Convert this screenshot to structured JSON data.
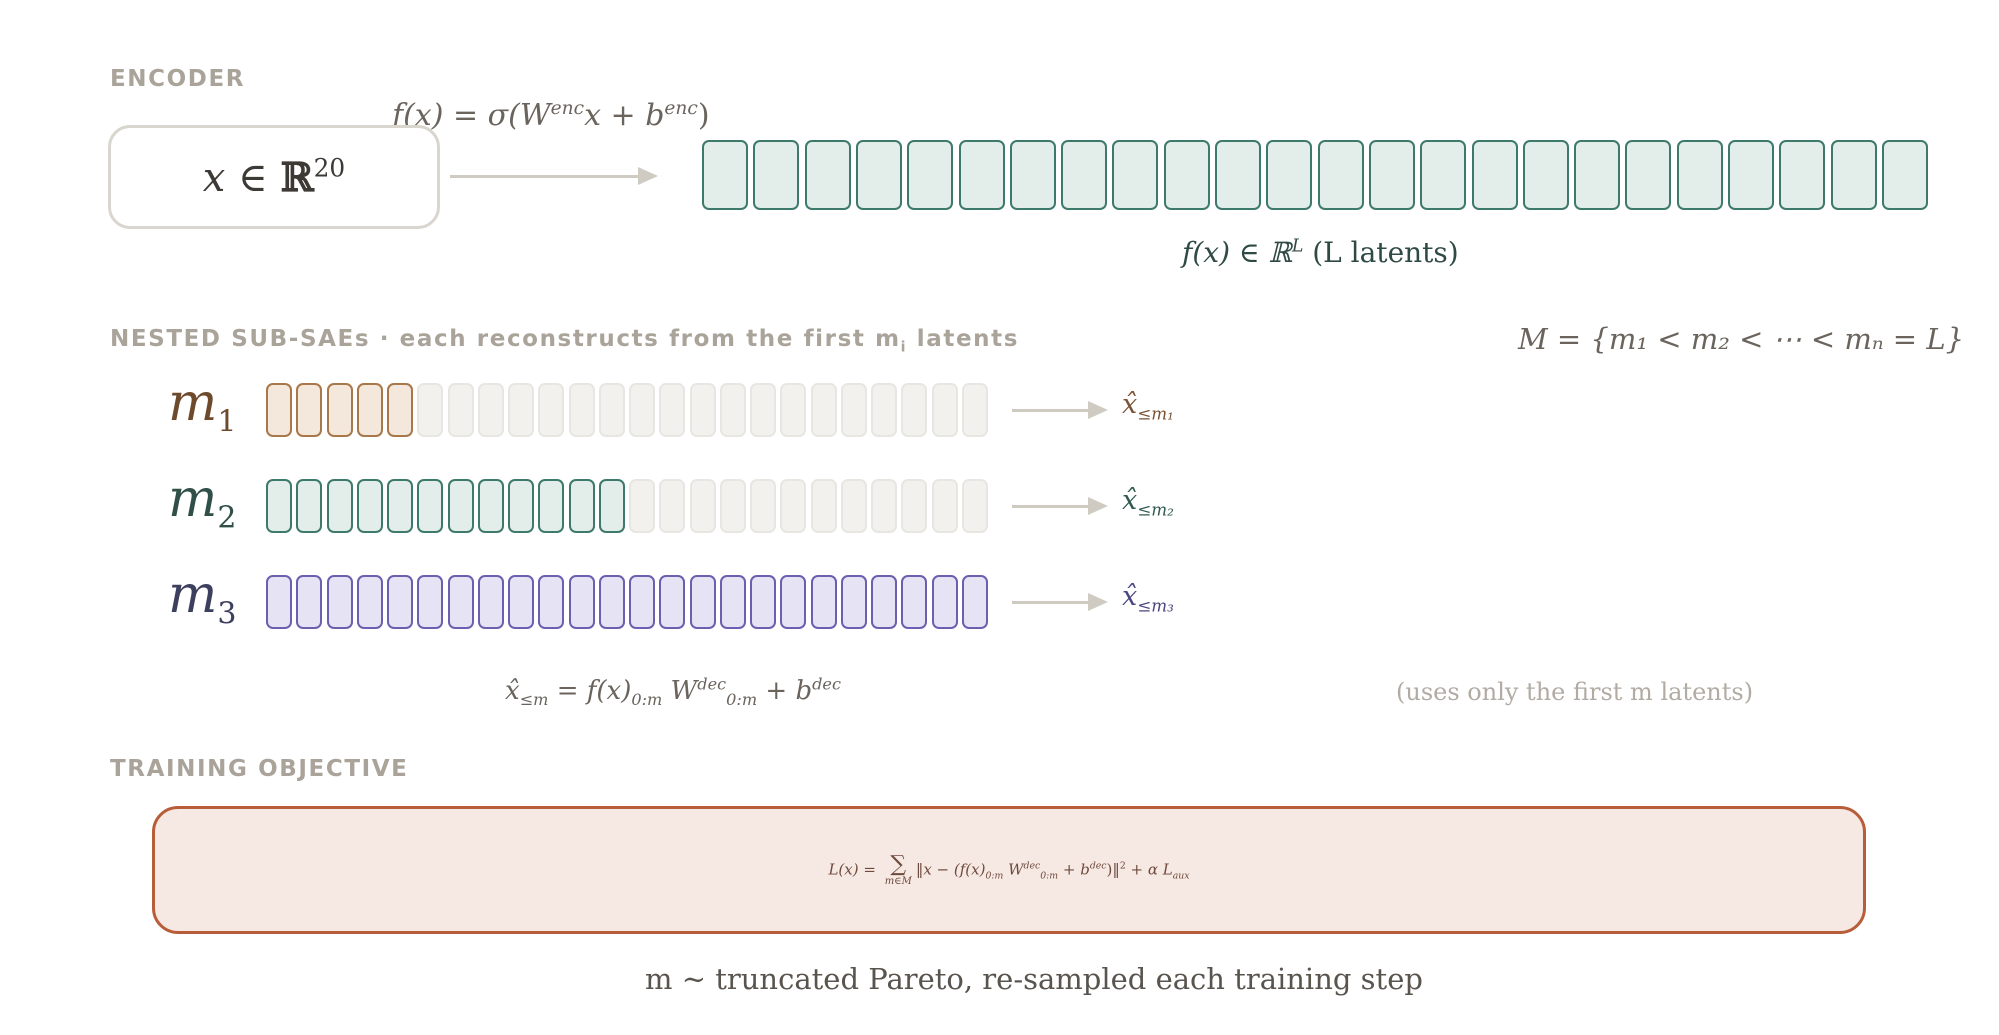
{
  "colors": {
    "section_label": "#aaa39a",
    "encoder_cell_fill": "#e3ede9",
    "encoder_cell_stroke": "#3e7a6c",
    "m1_fill": "#f4e7db",
    "m1_stroke": "#a8774a",
    "m2_fill": "#e3ede9",
    "m2_stroke": "#3e7a6c",
    "m3_fill": "#e6e3f4",
    "m3_stroke": "#6b5fb0",
    "inactive_fill": "#f2f1ed",
    "inactive_stroke": "#e8e6e1",
    "objective_fill": "#f6e8e3",
    "objective_stroke": "#b85d3a"
  },
  "encoder": {
    "section_label": "ENCODER",
    "equation_prefix": "f(x) = σ(W",
    "equation_sup1": "enc",
    "equation_mid": "x + b",
    "equation_sup2": "enc",
    "equation_suffix": ")",
    "input_var": "x",
    "input_rel": " ∈ ",
    "input_space": "ℝ",
    "input_dim": "20",
    "latent_count_shown": 24,
    "output_caption_prefix": "f(x) ∈ ℝ",
    "output_caption_sup": "L",
    "output_caption_suffix": " (L latents)"
  },
  "nested": {
    "section_label_main": "NESTED SUB-SAEs · each reconstructs from the first m",
    "section_label_sub": "i",
    "section_label_end": " latents",
    "set_definition": "M = {m₁ < m₂ < ⋯ < mₙ = L}",
    "total_cells": 24,
    "rows": [
      {
        "label": "m",
        "sub": "1",
        "active": 5,
        "output": "x̂",
        "output_sub": "≤m₁",
        "style": "m1"
      },
      {
        "label": "m",
        "sub": "2",
        "active": 12,
        "output": "x̂",
        "output_sub": "≤m₂",
        "style": "m2"
      },
      {
        "label": "m",
        "sub": "3",
        "active": 24,
        "output": "x̂",
        "output_sub": "≤m₃",
        "style": "m3"
      }
    ],
    "decoder_eq_lhs": "x̂",
    "decoder_eq_lhs_sub": "≤m",
    "decoder_eq_rhs": " = f(x)",
    "decoder_eq_sub1": "0:m",
    "decoder_eq_w": " W",
    "decoder_eq_w_sup": "dec",
    "decoder_eq_w_sub": "0:m",
    "decoder_eq_tail": " + b",
    "decoder_eq_tail_sup": "dec",
    "note": "(uses only the first m latents)"
  },
  "objective": {
    "section_label": "TRAINING OBJECTIVE",
    "loss_lhs": "L(x) = ",
    "loss_sum": "∑",
    "loss_sum_sub": "m∈M",
    "loss_body": "‖x − (f(x)",
    "loss_body_sub": "0:m",
    "loss_w": "W",
    "loss_w_sup": "dec",
    "loss_w_sub": "0:m",
    "loss_plus_b": " + b",
    "loss_b_sup": "dec",
    "loss_close": ")‖",
    "loss_sq": "2",
    "loss_aux": " + α L",
    "loss_aux_sub": "aux",
    "sampling_note": "m ∼ truncated Pareto,  re-sampled each training step"
  }
}
